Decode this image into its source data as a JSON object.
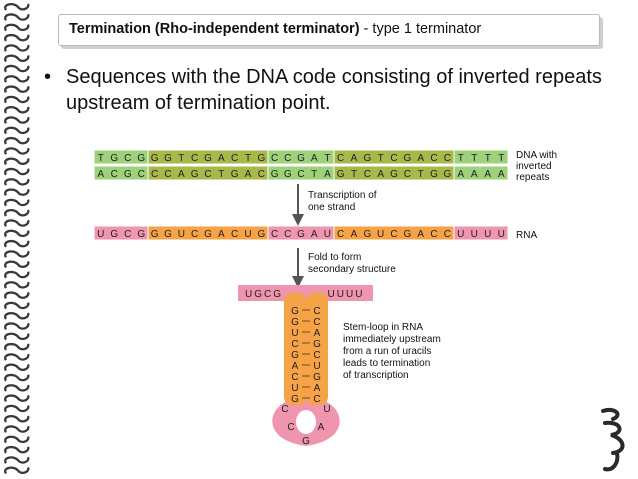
{
  "title": {
    "bold": "Termination (Rho-independent terminator)",
    "rest": " - type 1 terminator"
  },
  "bullet": {
    "text": "Sequences with the DNA code consisting of inverted repeats upstream of termination point."
  },
  "figure": {
    "dna_top": [
      "TGCG",
      "GGTCGACTG",
      "CCGAT",
      "CAGTCGACC",
      "TTTT"
    ],
    "dna_bottom": [
      "ACGC",
      "CCAGCTGAC",
      "GGCTA",
      "GTCAGCTGG",
      "AAAA"
    ],
    "dna_label_1": "DNA with",
    "dna_label_2": "inverted",
    "dna_label_3": "repeats",
    "step1_line1": "Transcription of",
    "step1_line2": "one strand",
    "rna": [
      "UGCG",
      "GGUCGACUG",
      "CCGAU",
      "CAGUCGACC",
      "UUUU"
    ],
    "rna_label": "RNA",
    "step2_line1": "Fold to form",
    "step2_line2": "secondary structure",
    "stem_left_end": "UGCG",
    "stem_right_end": "UUUU",
    "stem_left_bases": [
      "G",
      "G",
      "U",
      "C",
      "G",
      "A",
      "C",
      "U",
      "G"
    ],
    "stem_right_bases": [
      "C",
      "C",
      "A",
      "G",
      "C",
      "U",
      "G",
      "A",
      "C"
    ],
    "loop_bases": [
      "C",
      "C",
      "G",
      "A",
      "U"
    ],
    "note_1": "Stem-loop in RNA",
    "note_2": "immediately upstream",
    "note_3": "from a run of uracils",
    "note_4": "leads to termination",
    "note_5": "of transcription"
  },
  "colors": {
    "dna_green": "#9dd17a",
    "dna_olive": "#a8b84a",
    "rna_pink": "#ef95ad",
    "rna_orange": "#f6a247",
    "arrow": "#555555"
  }
}
